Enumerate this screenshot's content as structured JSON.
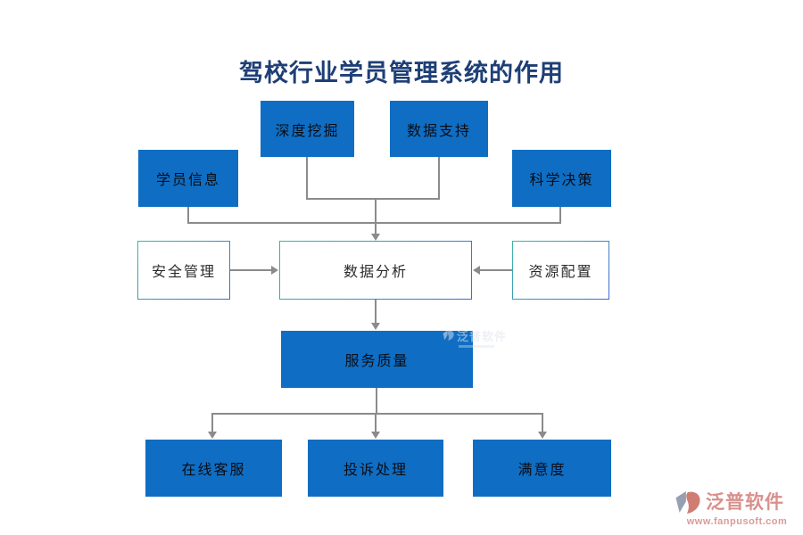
{
  "title": "驾校行业学员管理系统的作用",
  "colors": {
    "box_blue": "#0f6ec3",
    "box_text_dark": "#0c0c14",
    "white_box_text": "#2b2b2b",
    "border_teal": "#3ab7a8",
    "border_blue": "#3f6ad0",
    "connector": "#8b8b8b",
    "title_color": "#1e3f76",
    "logo_red": "#d8908d"
  },
  "nodes": {
    "deep_mining": "深度挖掘",
    "data_support": "数据支持",
    "student_info": "学员信息",
    "scientific_decision": "科学决策",
    "safety_management": "安全管理",
    "data_analysis": "数据分析",
    "resource_allocation": "资源配置",
    "service_quality": "服务质量",
    "online_service": "在线客服",
    "complaint_handling": "投诉处理",
    "satisfaction": "满意度"
  },
  "watermark": {
    "text": "泛普软件"
  },
  "logo": {
    "name": "泛普软件",
    "url": "www.fanpusoft.com"
  }
}
